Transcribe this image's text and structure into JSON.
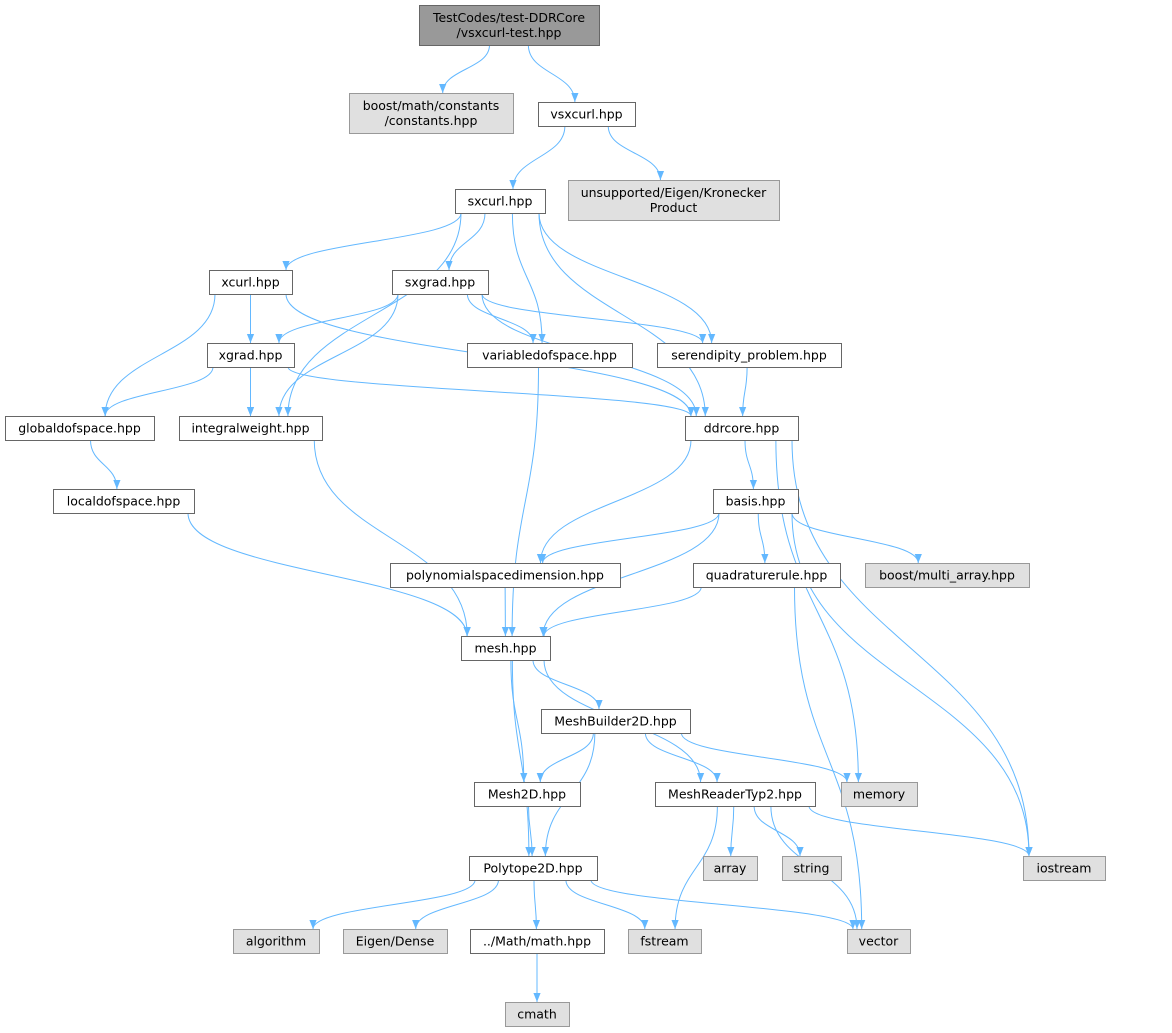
{
  "colors": {
    "edge": "#63b8ff",
    "root_fill": "#999999",
    "root_stroke": "#666666",
    "doc_fill": "#ffffff",
    "doc_stroke": "#666666",
    "ext_fill": "#e0e0e0",
    "ext_stroke": "#999999",
    "text": "#000000"
  },
  "nodes": [
    {
      "id": "root",
      "kind": "root",
      "lines": [
        "TestCodes/test-DDRCore",
        "/vsxcurl-test.hpp"
      ]
    },
    {
      "id": "boost_constants",
      "kind": "ext",
      "lines": [
        "boost/math/constants",
        "/constants.hpp"
      ]
    },
    {
      "id": "vsxcurl",
      "kind": "doc",
      "lines": [
        "vsxcurl.hpp"
      ]
    },
    {
      "id": "sxcurl",
      "kind": "doc",
      "lines": [
        "sxcurl.hpp"
      ]
    },
    {
      "id": "kronecker",
      "kind": "ext",
      "lines": [
        "unsupported/Eigen/Kronecker",
        "Product"
      ]
    },
    {
      "id": "xcurl",
      "kind": "doc",
      "lines": [
        "xcurl.hpp"
      ]
    },
    {
      "id": "sxgrad",
      "kind": "doc",
      "lines": [
        "sxgrad.hpp"
      ]
    },
    {
      "id": "xgrad",
      "kind": "doc",
      "lines": [
        "xgrad.hpp"
      ]
    },
    {
      "id": "variabledofspace",
      "kind": "doc",
      "lines": [
        "variabledofspace.hpp"
      ]
    },
    {
      "id": "serendipity",
      "kind": "doc",
      "lines": [
        "serendipity_problem.hpp"
      ]
    },
    {
      "id": "globaldofspace",
      "kind": "doc",
      "lines": [
        "globaldofspace.hpp"
      ]
    },
    {
      "id": "integralweight",
      "kind": "doc",
      "lines": [
        "integralweight.hpp"
      ]
    },
    {
      "id": "ddrcore",
      "kind": "doc",
      "lines": [
        "ddrcore.hpp"
      ]
    },
    {
      "id": "localdofspace",
      "kind": "doc",
      "lines": [
        "localdofspace.hpp"
      ]
    },
    {
      "id": "basis",
      "kind": "doc",
      "lines": [
        "basis.hpp"
      ]
    },
    {
      "id": "polyspacedim",
      "kind": "doc",
      "lines": [
        "polynomialspacedimension.hpp"
      ]
    },
    {
      "id": "quadrature",
      "kind": "doc",
      "lines": [
        "quadraturerule.hpp"
      ]
    },
    {
      "id": "multi_array",
      "kind": "ext",
      "lines": [
        "boost/multi_array.hpp"
      ]
    },
    {
      "id": "mesh",
      "kind": "doc",
      "lines": [
        "mesh.hpp"
      ]
    },
    {
      "id": "meshbuilder",
      "kind": "doc",
      "lines": [
        "MeshBuilder2D.hpp"
      ]
    },
    {
      "id": "mesh2d",
      "kind": "doc",
      "lines": [
        "Mesh2D.hpp"
      ]
    },
    {
      "id": "meshreader",
      "kind": "doc",
      "lines": [
        "MeshReaderTyp2.hpp"
      ]
    },
    {
      "id": "memory",
      "kind": "ext",
      "lines": [
        "memory"
      ]
    },
    {
      "id": "polytope",
      "kind": "doc",
      "lines": [
        "Polytope2D.hpp"
      ]
    },
    {
      "id": "array",
      "kind": "ext",
      "lines": [
        "array"
      ]
    },
    {
      "id": "string",
      "kind": "ext",
      "lines": [
        "string"
      ]
    },
    {
      "id": "iostream",
      "kind": "ext",
      "lines": [
        "iostream"
      ]
    },
    {
      "id": "algorithm",
      "kind": "ext",
      "lines": [
        "algorithm"
      ]
    },
    {
      "id": "eigen_dense",
      "kind": "ext",
      "lines": [
        "Eigen/Dense"
      ]
    },
    {
      "id": "mathhpp",
      "kind": "doc",
      "lines": [
        "../Math/math.hpp"
      ]
    },
    {
      "id": "fstream",
      "kind": "ext",
      "lines": [
        "fstream"
      ]
    },
    {
      "id": "vector",
      "kind": "ext",
      "lines": [
        "vector"
      ]
    },
    {
      "id": "cmath",
      "kind": "ext",
      "lines": [
        "cmath"
      ]
    }
  ],
  "edges": [
    {
      "from": "root",
      "to": "boost_constants"
    },
    {
      "from": "root",
      "to": "vsxcurl"
    },
    {
      "from": "vsxcurl",
      "to": "sxcurl"
    },
    {
      "from": "vsxcurl",
      "to": "kronecker"
    },
    {
      "from": "sxcurl",
      "to": "xcurl"
    },
    {
      "from": "sxcurl",
      "to": "sxgrad"
    },
    {
      "from": "sxcurl",
      "to": "variabledofspace"
    },
    {
      "from": "sxcurl",
      "to": "serendipity"
    },
    {
      "from": "sxcurl",
      "to": "ddrcore"
    },
    {
      "from": "sxcurl",
      "to": "integralweight"
    },
    {
      "from": "xcurl",
      "to": "xgrad"
    },
    {
      "from": "xcurl",
      "to": "globaldofspace"
    },
    {
      "from": "xcurl",
      "to": "integralweight"
    },
    {
      "from": "xcurl",
      "to": "ddrcore"
    },
    {
      "from": "sxgrad",
      "to": "xgrad"
    },
    {
      "from": "sxgrad",
      "to": "variabledofspace"
    },
    {
      "from": "sxgrad",
      "to": "serendipity"
    },
    {
      "from": "sxgrad",
      "to": "integralweight"
    },
    {
      "from": "sxgrad",
      "to": "ddrcore"
    },
    {
      "from": "xgrad",
      "to": "globaldofspace"
    },
    {
      "from": "xgrad",
      "to": "integralweight"
    },
    {
      "from": "xgrad",
      "to": "ddrcore"
    },
    {
      "from": "variabledofspace",
      "to": "mesh"
    },
    {
      "from": "serendipity",
      "to": "ddrcore"
    },
    {
      "from": "globaldofspace",
      "to": "localdofspace"
    },
    {
      "from": "localdofspace",
      "to": "mesh"
    },
    {
      "from": "integralweight",
      "to": "mesh"
    },
    {
      "from": "ddrcore",
      "to": "basis"
    },
    {
      "from": "ddrcore",
      "to": "polyspacedim"
    },
    {
      "from": "ddrcore",
      "to": "memory"
    },
    {
      "from": "ddrcore",
      "to": "iostream"
    },
    {
      "from": "basis",
      "to": "polyspacedim"
    },
    {
      "from": "basis",
      "to": "quadrature"
    },
    {
      "from": "basis",
      "to": "multi_array"
    },
    {
      "from": "basis",
      "to": "mesh"
    },
    {
      "from": "basis",
      "to": "iostream"
    },
    {
      "from": "polyspacedim",
      "to": "mesh"
    },
    {
      "from": "quadrature",
      "to": "mesh"
    },
    {
      "from": "quadrature",
      "to": "vector"
    },
    {
      "from": "mesh",
      "to": "meshbuilder"
    },
    {
      "from": "mesh",
      "to": "mesh2d"
    },
    {
      "from": "mesh",
      "to": "meshreader"
    },
    {
      "from": "mesh",
      "to": "polytope"
    },
    {
      "from": "meshbuilder",
      "to": "mesh2d"
    },
    {
      "from": "meshbuilder",
      "to": "meshreader"
    },
    {
      "from": "meshbuilder",
      "to": "memory"
    },
    {
      "from": "meshbuilder",
      "to": "polytope"
    },
    {
      "from": "mesh2d",
      "to": "polytope"
    },
    {
      "from": "meshreader",
      "to": "array"
    },
    {
      "from": "meshreader",
      "to": "string"
    },
    {
      "from": "meshreader",
      "to": "iostream"
    },
    {
      "from": "meshreader",
      "to": "vector"
    },
    {
      "from": "meshreader",
      "to": "fstream"
    },
    {
      "from": "polytope",
      "to": "algorithm"
    },
    {
      "from": "polytope",
      "to": "eigen_dense"
    },
    {
      "from": "polytope",
      "to": "mathhpp"
    },
    {
      "from": "polytope",
      "to": "fstream"
    },
    {
      "from": "polytope",
      "to": "vector"
    },
    {
      "from": "mathhpp",
      "to": "cmath"
    }
  ]
}
